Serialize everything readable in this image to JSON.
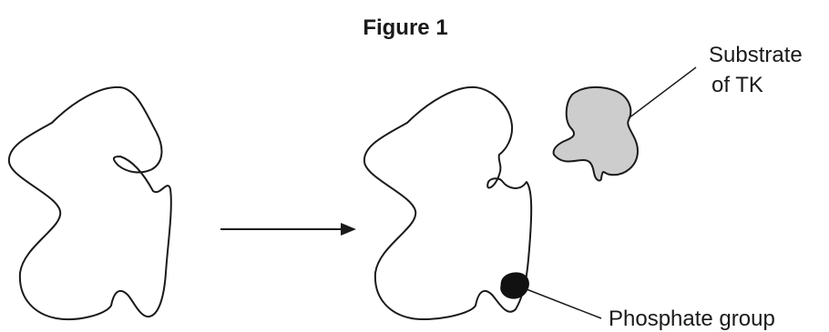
{
  "figure": {
    "title": "Figure 1",
    "labels": {
      "substrate_line1": "Substrate",
      "substrate_line2": "of TK",
      "phosphate": "Phosphate group"
    },
    "colors": {
      "outline": "#1a1a1a",
      "substrate_fill": "#cdcdcd",
      "phosphate_fill": "#111111",
      "background": "#ffffff"
    }
  }
}
